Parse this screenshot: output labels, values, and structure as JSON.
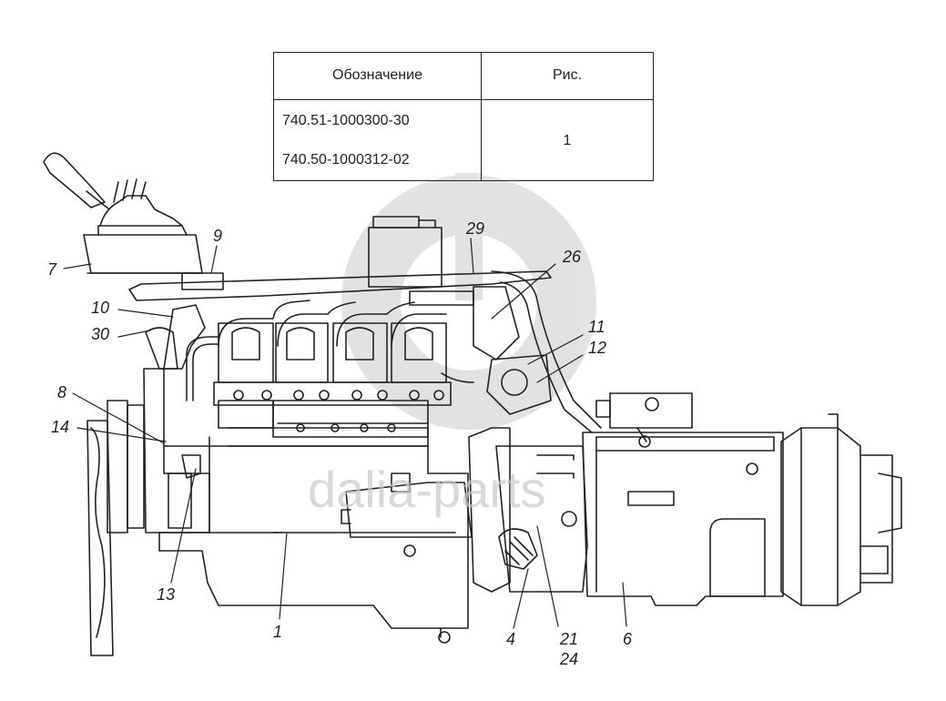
{
  "table": {
    "header_designation": "Обозначение",
    "header_fig": "Рис.",
    "rows": [
      {
        "designation": "740.51-1000300-30"
      },
      {
        "designation": "740.50-1000312-02"
      }
    ],
    "fig_value": "1"
  },
  "watermark": "dalia-parts",
  "callouts": [
    "7",
    "9",
    "29",
    "26",
    "10",
    "30",
    "11",
    "12",
    "8",
    "14",
    "13",
    "1",
    "4",
    "21",
    "24",
    "6"
  ]
}
